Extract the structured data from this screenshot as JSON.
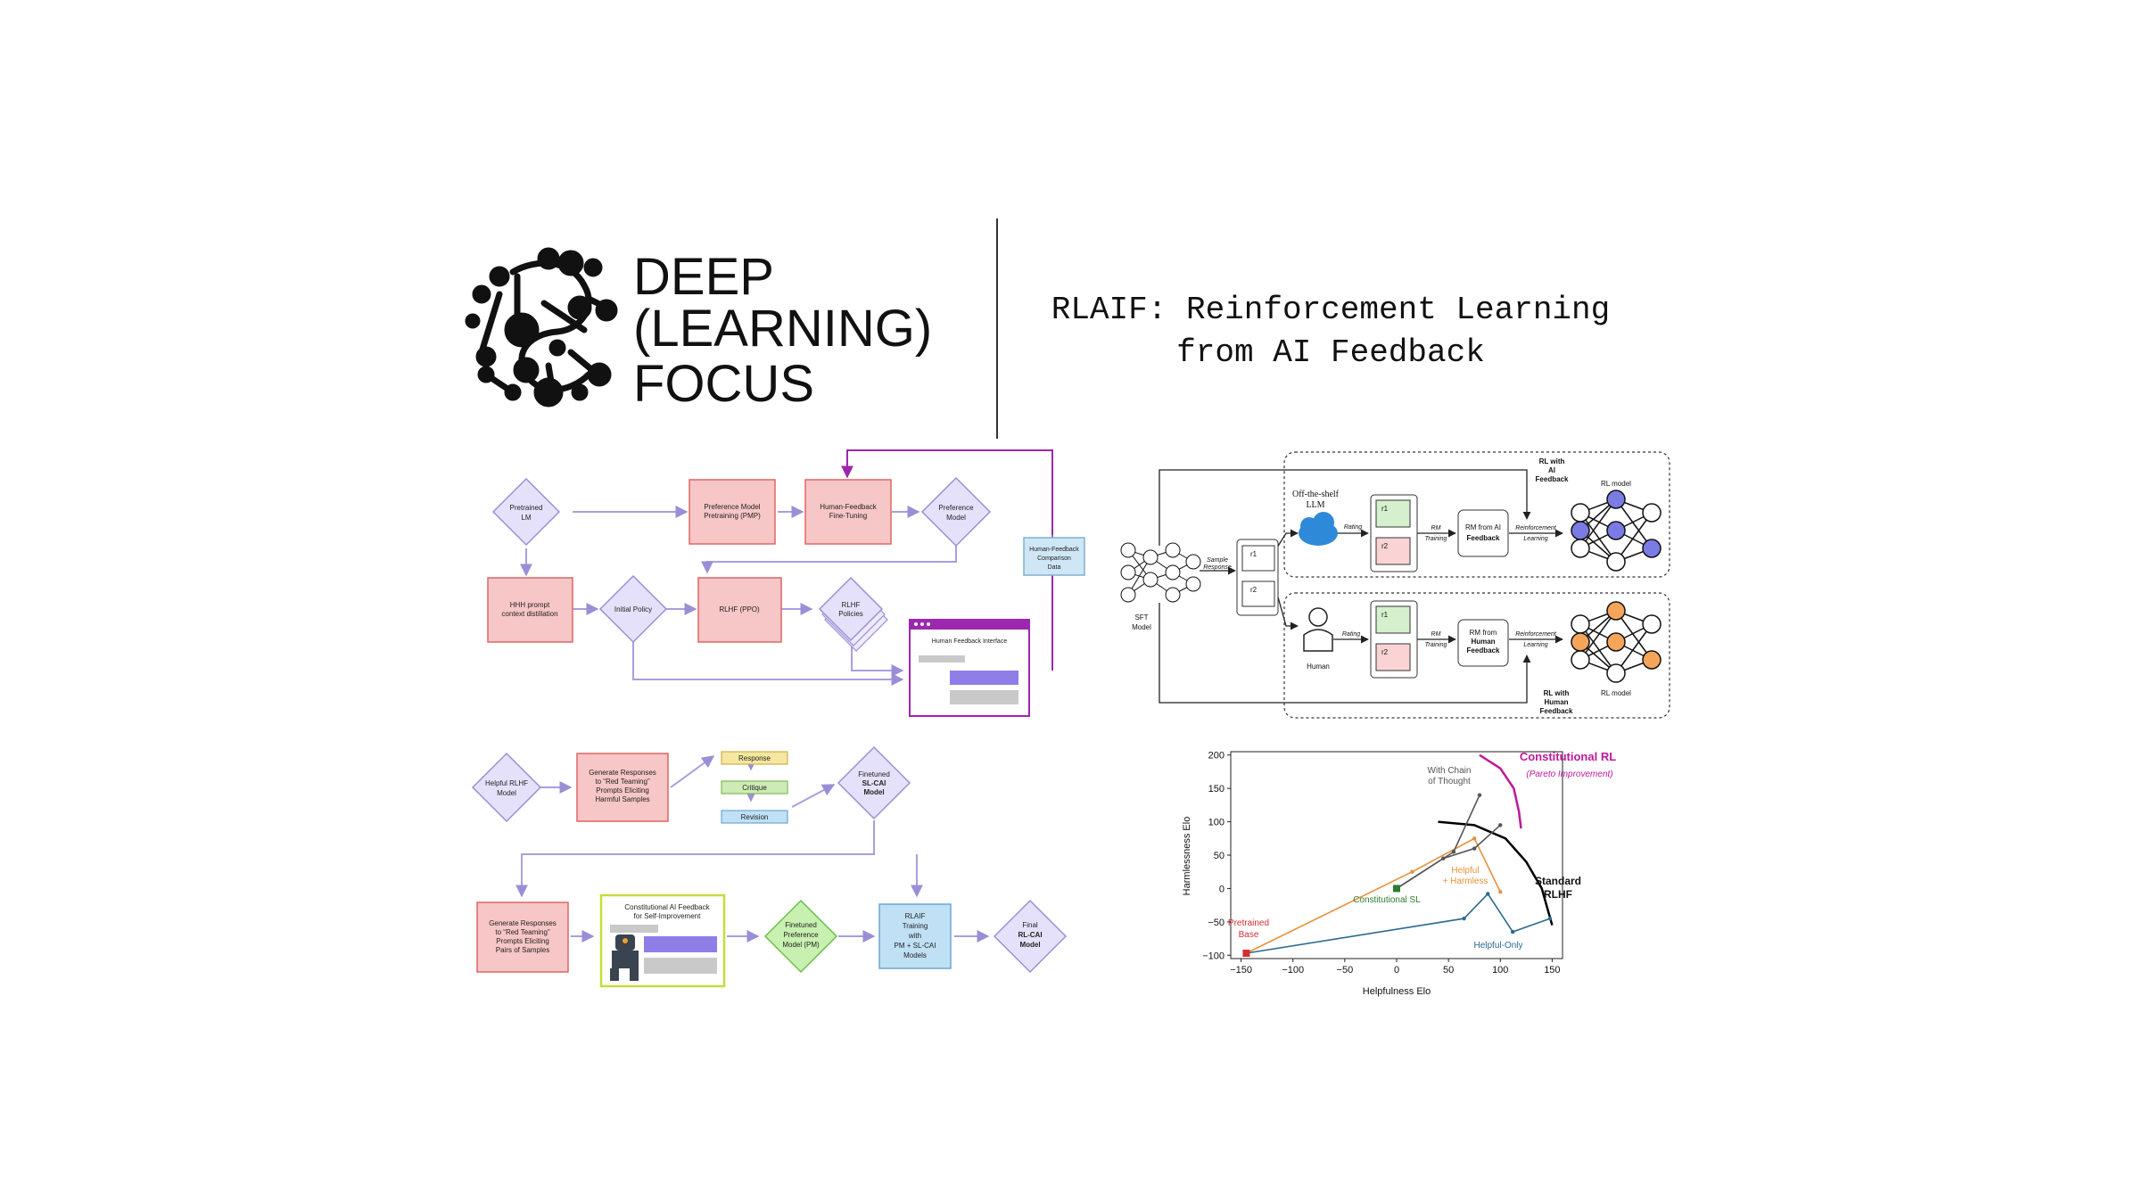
{
  "brand": {
    "line1": "DEEP",
    "line2": "(LEARNING)",
    "line3": "FOCUS"
  },
  "title": {
    "line1": "RLAIF: Reinforcement Learning",
    "line2": "from AI Feedback"
  },
  "rlhf_diagram": {
    "pretrained_lm": [
      "Pretrained",
      "LM"
    ],
    "pmp": [
      "Preference Model",
      "Pretraining (PMP)"
    ],
    "hf_finetune": [
      "Human-Feedback",
      "Fine-Tuning"
    ],
    "preference_model": [
      "Preference",
      "Model"
    ],
    "hf_comparison": [
      "Human-Feedback",
      "Comparison",
      "Data"
    ],
    "hhh": [
      "HHH prompt",
      "context distillation"
    ],
    "initial_policy": "Initial Policy",
    "rlhf_ppo": "RLHF (PPO)",
    "rlhf_policies": [
      "RLHF",
      "Policies"
    ],
    "hf_interface": "Human Feedback Interface"
  },
  "cai_diagram": {
    "helpful_rlhf": [
      "Helpful RLHF",
      "Model"
    ],
    "gen_harmful": [
      "Generate Responses",
      "to “Red Teaming”",
      "Prompts Eliciting",
      "Harmful Samples"
    ],
    "response": "Response",
    "critique": "Critique",
    "revision": "Revision",
    "finetuned_sl": [
      "Finetuned",
      "SL-CAI",
      "Model"
    ],
    "gen_pairs": [
      "Generate Responses",
      "to “Red Teaming”",
      "Prompts Eliciting",
      "Pairs of Samples"
    ],
    "cai_feedback": [
      "Constitutional AI Feedback",
      "for Self-Improvement"
    ],
    "finetuned_pm": [
      "Finetuned",
      "Preference",
      "Model (PM)"
    ],
    "rlaif_training": [
      "RLAIF",
      "Training",
      "with",
      "PM + SL-CAI",
      "Models"
    ],
    "final_rl": [
      "Final",
      "RL-CAI",
      "Model"
    ]
  },
  "rlaif_diagram": {
    "sft_model": [
      "SFT",
      "Model"
    ],
    "sample_response": [
      "Sample",
      "Response"
    ],
    "r1": "r1",
    "r2": "r2",
    "offshelf_llm": [
      "Off-the-shelf",
      "LLM"
    ],
    "rating": "Rating",
    "rm_training": [
      "RM",
      "Training"
    ],
    "rm_ai": [
      "RM from AI",
      "Feedback"
    ],
    "rl_learning": [
      "Reinforcement",
      "Learning"
    ],
    "rl_with_ai": [
      "RL with",
      "AI",
      "Feedback"
    ],
    "rl_model": "RL model",
    "human": "Human",
    "rm_human": [
      "RM from",
      "Human",
      "Feedback"
    ],
    "rl_with_human": [
      "RL with",
      "Human",
      "Feedback"
    ]
  },
  "chart_data": {
    "type": "line",
    "xlabel": "Helpfulness Elo",
    "ylabel": "Harmlessness Elo",
    "xlim": [
      -160,
      160
    ],
    "ylim": [
      -105,
      205
    ],
    "xticks": [
      -150,
      -100,
      -50,
      0,
      50,
      100,
      150
    ],
    "yticks": [
      -100,
      -50,
      0,
      50,
      100,
      150,
      200
    ],
    "xtick_labels": [
      "−150",
      "−100",
      "−50",
      "0",
      "50",
      "100",
      "150"
    ],
    "ytick_labels": [
      "−100",
      "−50",
      "0",
      "50",
      "100",
      "150",
      "200"
    ],
    "series": [
      {
        "name": "Helpful-Only",
        "color": "#2b6a8f",
        "points": [
          [
            -145,
            -97
          ],
          [
            65,
            -45
          ],
          [
            88,
            -8
          ],
          [
            112,
            -65
          ],
          [
            148,
            -45
          ]
        ]
      },
      {
        "name": "Helpful + Harmless",
        "color": "#e8913a",
        "points": [
          [
            -145,
            -97
          ],
          [
            15,
            25
          ],
          [
            75,
            75
          ],
          [
            100,
            -5
          ]
        ]
      },
      {
        "name": "Constitutional SL",
        "color": "#2e7d32",
        "points": [
          [
            0,
            0
          ]
        ]
      },
      {
        "name": "Constitutional RL",
        "color": "#555555",
        "points": [
          [
            0,
            0
          ],
          [
            45,
            45
          ],
          [
            75,
            60
          ],
          [
            100,
            95
          ]
        ]
      },
      {
        "name": "With Chain of Thought",
        "color": "#555555",
        "points": [
          [
            0,
            0
          ],
          [
            55,
            55
          ],
          [
            80,
            140
          ]
        ]
      }
    ],
    "frontiers": [
      {
        "name": "Standard RLHF",
        "color": "#000000",
        "points": [
          [
            40,
            100
          ],
          [
            75,
            95
          ],
          [
            105,
            75
          ],
          [
            125,
            40
          ],
          [
            140,
            0
          ],
          [
            150,
            -55
          ]
        ]
      },
      {
        "name": "Constitutional RL",
        "color": "#c0189a",
        "points": [
          [
            80,
            200
          ],
          [
            100,
            180
          ],
          [
            113,
            150
          ],
          [
            118,
            115
          ],
          [
            120,
            90
          ]
        ]
      }
    ],
    "annotations": {
      "constitutional_rl": "Constitutional RL",
      "pareto": "(Pareto Improvement)",
      "standard_rlhf": [
        "Standard",
        "RLHF"
      ],
      "with_cot": [
        "With Chain",
        "of Thought"
      ],
      "helpful_harmless": [
        "Helpful",
        "+ Harmless"
      ],
      "constitutional_sl": "Constitutional SL",
      "pretrained_base": [
        "Pretrained",
        "Base"
      ],
      "helpful_only": "Helpful-Only"
    },
    "colors": {
      "constitutional_rl": "#c0189a",
      "pretrained_base": "#d32f2f"
    }
  }
}
